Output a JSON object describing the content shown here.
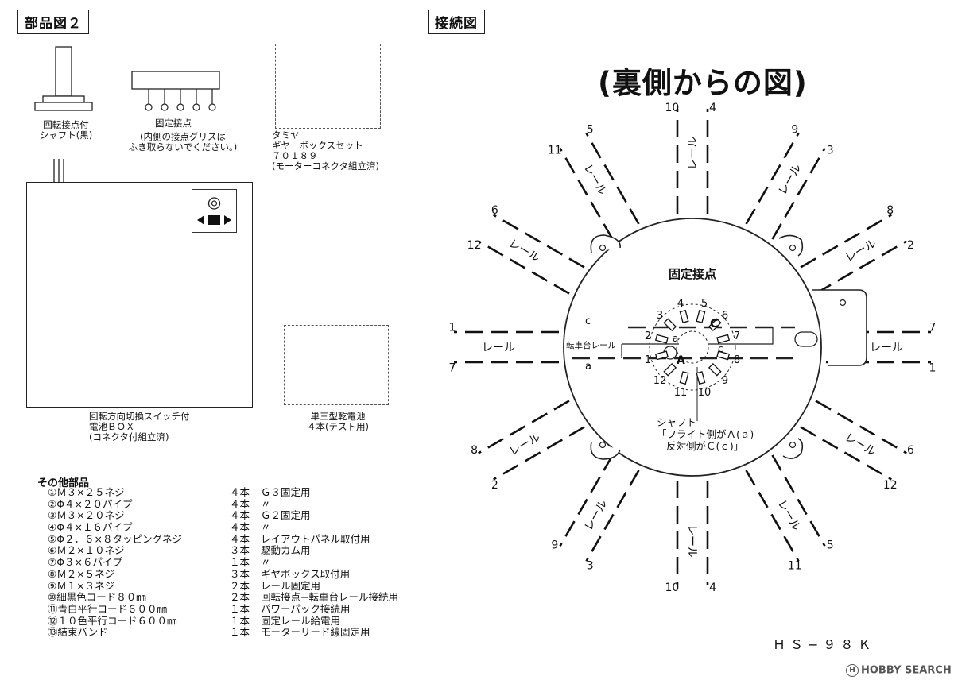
{
  "left_panel": {
    "title": "部品図２",
    "shaft_caption": "回転接点付\nシャフト(黒)",
    "contact_caption": "固定接点",
    "contact_note": "(内側の接点グリスは\nふき取らないでください。)",
    "gearbox_caption": "タミヤ\nギヤーボックスセット\n７０１８９\n(モーターコネクタ組立済)",
    "battery_box_caption": "回転方向切換スイッチ付\n電池ＢＯＸ\n(コネクタ付組立済)",
    "battery_caption": "単三型乾電池\n４本(テスト用)",
    "other_parts_title": "その他部品",
    "other_parts": [
      {
        "name": "①Ｍ３×２５ネジ",
        "qty": "４本",
        "use": "Ｇ３固定用"
      },
      {
        "name": "②Φ４×２０パイプ",
        "qty": "４本",
        "use": "〃"
      },
      {
        "name": "③Ｍ３×２０ネジ",
        "qty": "４本",
        "use": "Ｇ２固定用"
      },
      {
        "name": "④Φ４×１６パイプ",
        "qty": "４本",
        "use": "〃"
      },
      {
        "name": "⑤Φ２．６×８タッピングネジ",
        "qty": "４本",
        "use": "レイアウトパネル取付用"
      },
      {
        "name": "⑥Ｍ２×１０ネジ",
        "qty": "３本",
        "use": "駆動カム用"
      },
      {
        "name": "⑦Φ３×６パイプ",
        "qty": "１本",
        "use": "〃"
      },
      {
        "name": "⑧Ｍ２×５ネジ",
        "qty": "３本",
        "use": "ギヤボックス取付用"
      },
      {
        "name": "⑨Ｍ１×３ネジ",
        "qty": "２本",
        "use": "レール固定用"
      },
      {
        "name": "⑩細黒色コード８０㎜",
        "qty": "２本",
        "use": "回転接点−転車台レール接続用"
      },
      {
        "name": "⑪青白平行コード６００㎜",
        "qty": "１本",
        "use": "パワーパック接続用"
      },
      {
        "name": "⑫１０色平行コード６００㎜",
        "qty": "１本",
        "use": "固定レール給電用"
      },
      {
        "name": "⑬結束バンド",
        "qty": "１本",
        "use": "モーターリード線固定用"
      }
    ]
  },
  "right_panel": {
    "title": "接続図",
    "subtitle": "(裏側からの図)",
    "rail_label": "レール",
    "turntable_rail_label": "転車台レール",
    "fixed_contacts_label": "固定接点",
    "shaft_note_1": "シャフト",
    "shaft_note_2": "「フライト側がＡ(ａ)",
    "shaft_note_3": "反対側がＣ(ｃ)」",
    "letter_a_upper": "A",
    "letter_c_upper": "C",
    "letter_a_lower": "a",
    "letter_c_lower": "c",
    "model_number": "ＨＳ−９８Ｋ",
    "contact_numbers": [
      "1",
      "2",
      "3",
      "4",
      "5",
      "6",
      "7",
      "8",
      "9",
      "10",
      "11",
      "12"
    ],
    "track_number_pairs": [
      [
        "7",
        "1"
      ],
      [
        "12",
        "6"
      ],
      [
        "11",
        "5"
      ],
      [
        "10",
        "4"
      ],
      [
        "9",
        "3"
      ],
      [
        "8",
        "2"
      ],
      [
        "7",
        "1"
      ],
      [
        "6",
        "12"
      ],
      [
        "5",
        "11"
      ],
      [
        "4",
        "10"
      ],
      [
        "3",
        "9"
      ],
      [
        "2",
        "8"
      ]
    ]
  },
  "watermark": "HOBBY SEARCH"
}
